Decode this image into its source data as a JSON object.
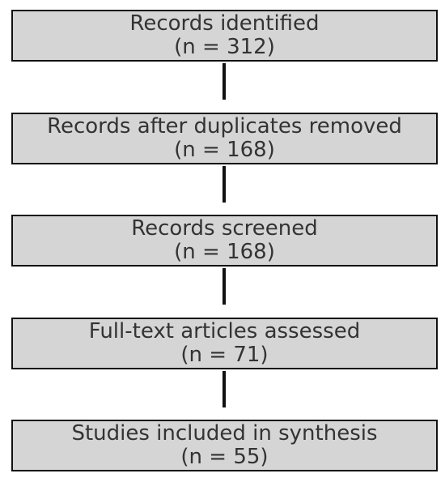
{
  "stages": [
    {
      "label": "Records identified",
      "count": "(n = 312)"
    },
    {
      "label": "Records after duplicates removed",
      "count": "(n = 168)"
    },
    {
      "label": "Records screened",
      "count": "(n = 168)"
    },
    {
      "label": "Full-text articles assessed",
      "count": "(n = 71)"
    },
    {
      "label": "Studies included in synthesis",
      "count": "(n = 55)"
    }
  ],
  "colors": {
    "box_fill": "#d5d5d5",
    "box_border": "#111111",
    "text": "#333333",
    "connector": "#111111"
  }
}
